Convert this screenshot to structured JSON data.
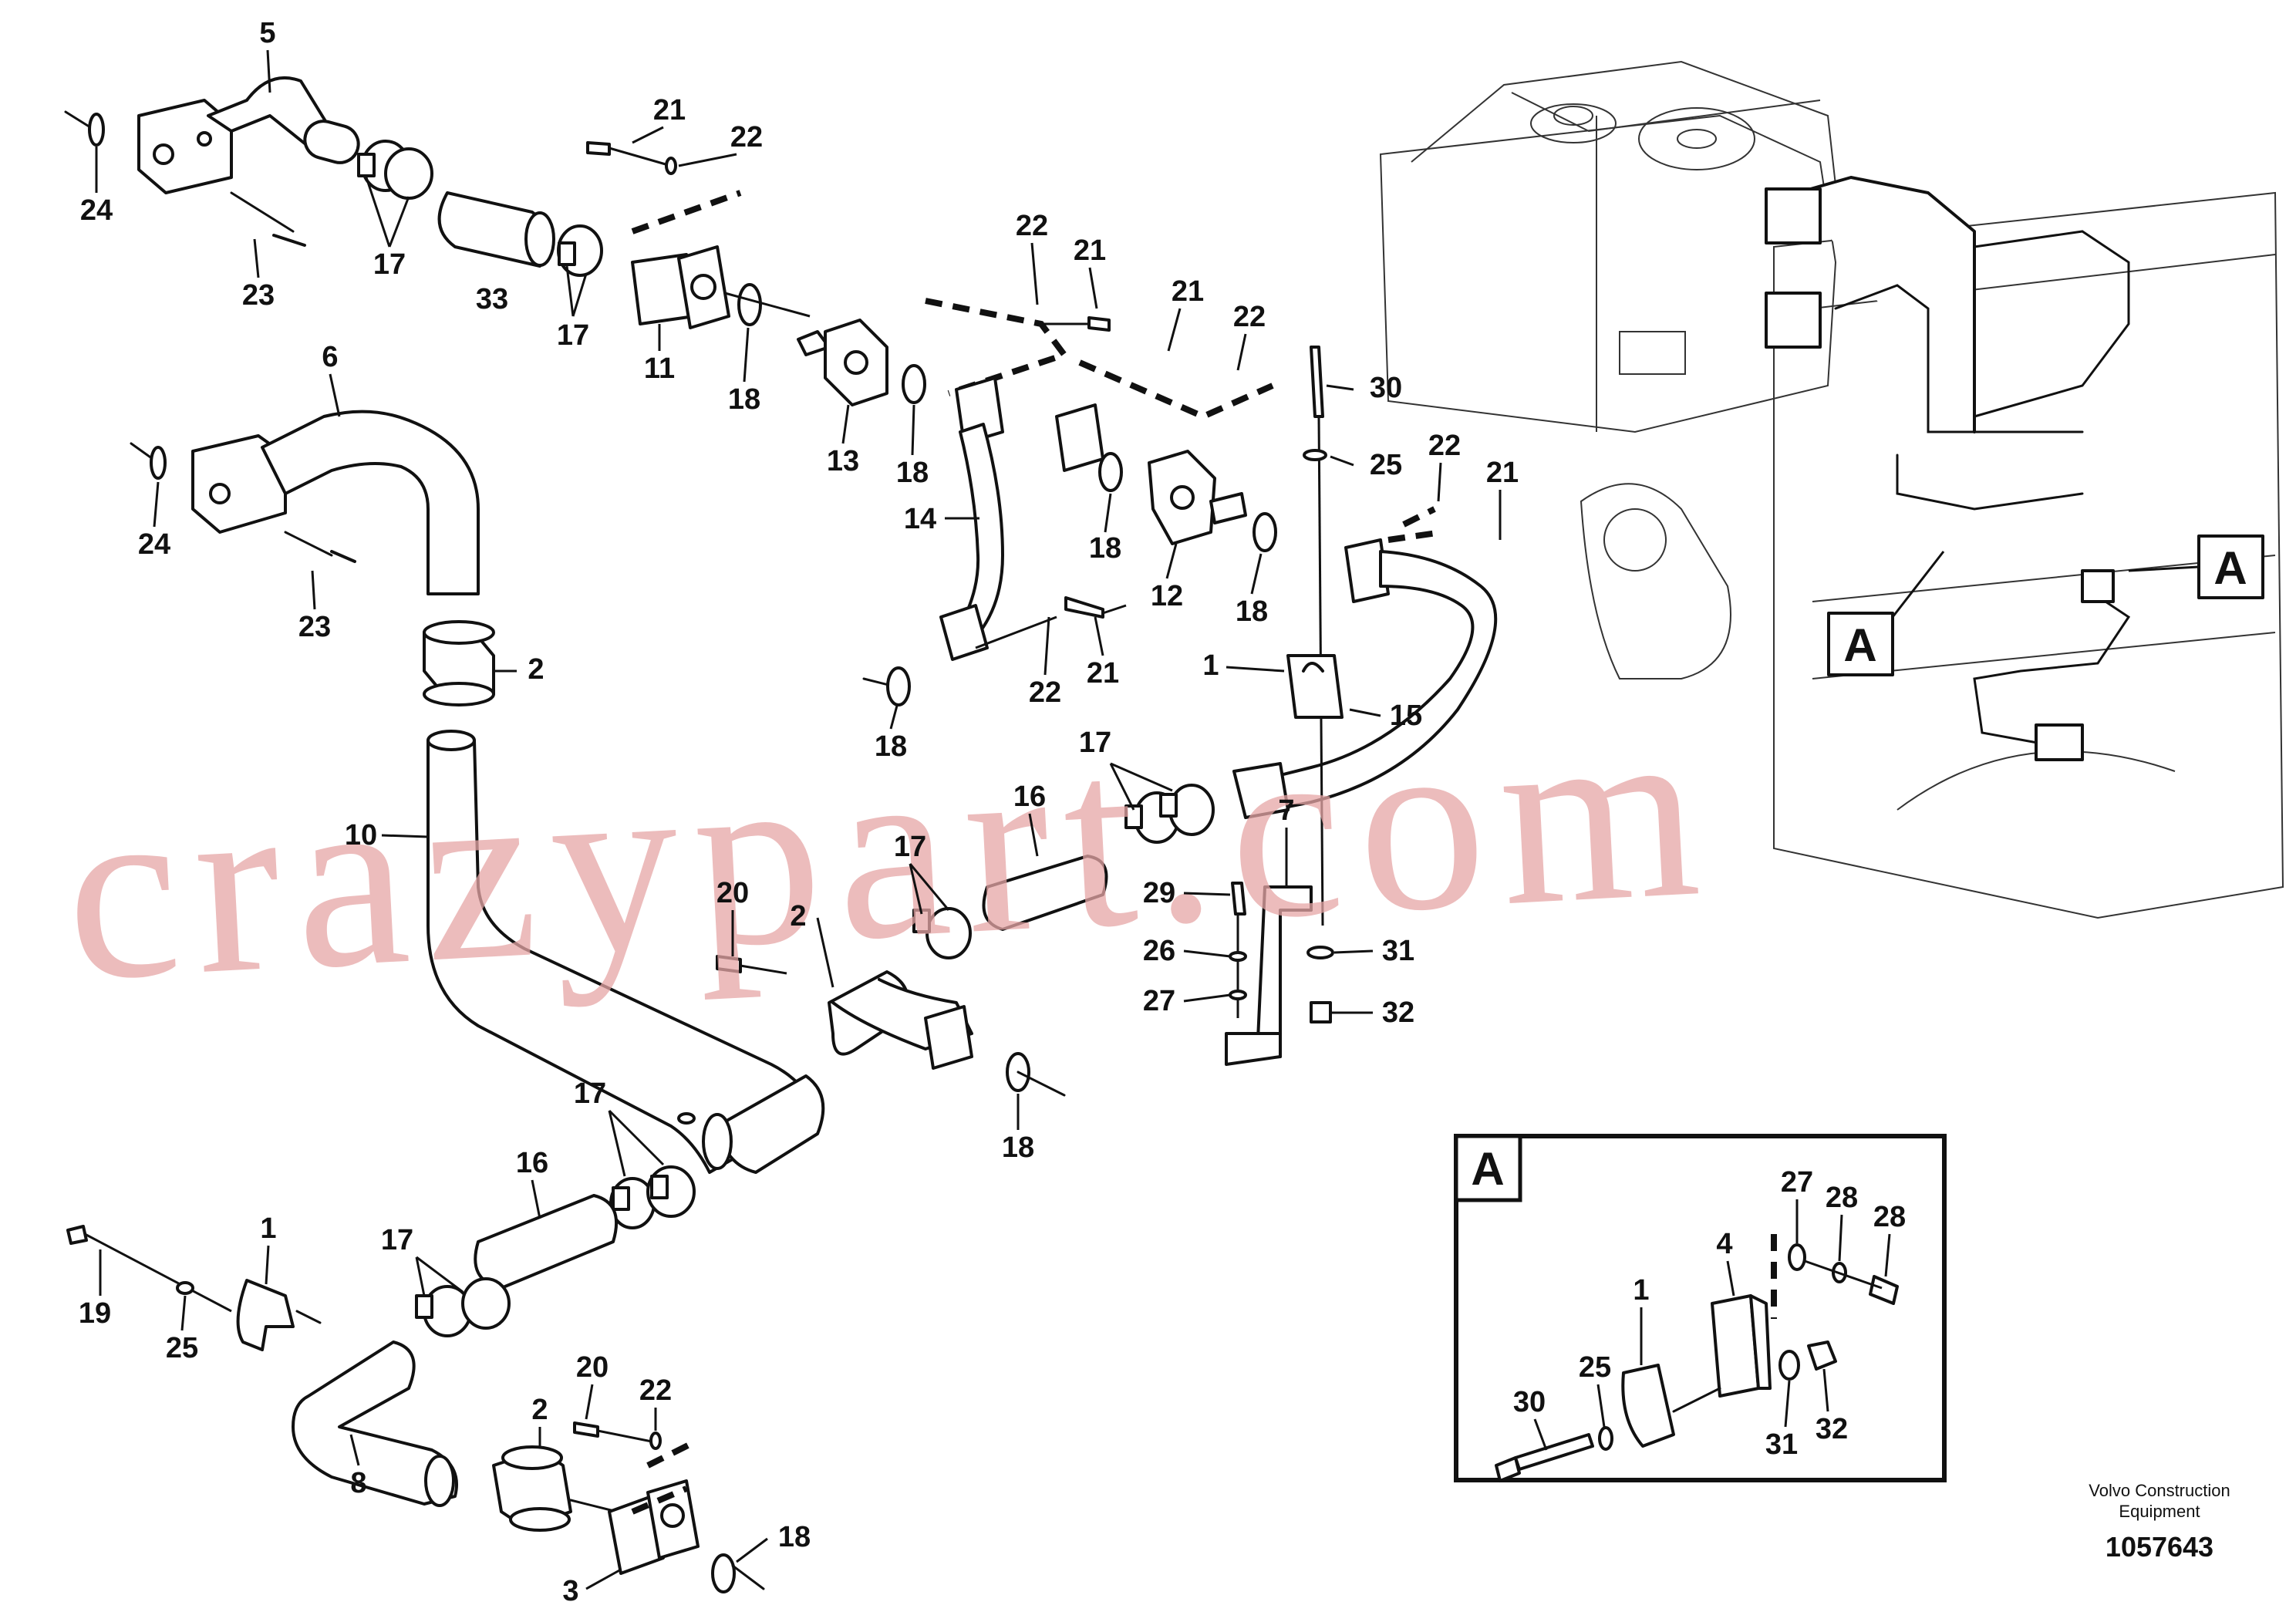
{
  "diagram": {
    "watermark": "crazypart.com",
    "credit_line1": "Volvo Construction",
    "credit_line2": "Equipment",
    "document_number": "1057643",
    "detail_label": "A",
    "callouts": {
      "c5": "5",
      "c24a": "24",
      "c23a": "23",
      "c17a": "17",
      "c33": "33",
      "c17b": "17",
      "c21a": "21",
      "c22a": "22",
      "c11": "11",
      "c18a": "18",
      "c22b": "22",
      "c21b": "21",
      "c13": "13",
      "c18b": "18",
      "c21c": "21",
      "c22c": "22",
      "c30": "30",
      "c25a": "25",
      "c22d": "22",
      "c21d": "21",
      "c6": "6",
      "c24b": "24",
      "c23b": "23",
      "c14": "14",
      "c18c": "18",
      "c12": "12",
      "c18d": "18",
      "c2a": "2",
      "c22e": "22",
      "c21e": "21",
      "c1a": "1",
      "c15": "15",
      "c18e": "18",
      "c17c": "17",
      "c16a": "16",
      "c10": "10",
      "c7": "7",
      "c17d": "17",
      "c20a": "20",
      "c2b": "2",
      "c29": "29",
      "c26": "26",
      "c27a": "27",
      "c31a": "31",
      "c32a": "32",
      "c18f": "18",
      "c17e": "17",
      "c16b": "16",
      "c17f": "17",
      "c1b": "1",
      "c19": "19",
      "c25b": "25",
      "c20b": "20",
      "c22f": "22",
      "c2c": "2",
      "c8": "8",
      "c3": "3",
      "c18g": "18",
      "d27": "27",
      "d28a": "28",
      "d28b": "28",
      "d4": "4",
      "d1": "1",
      "d25": "25",
      "d30": "30",
      "d31": "31",
      "d32": "32"
    }
  }
}
